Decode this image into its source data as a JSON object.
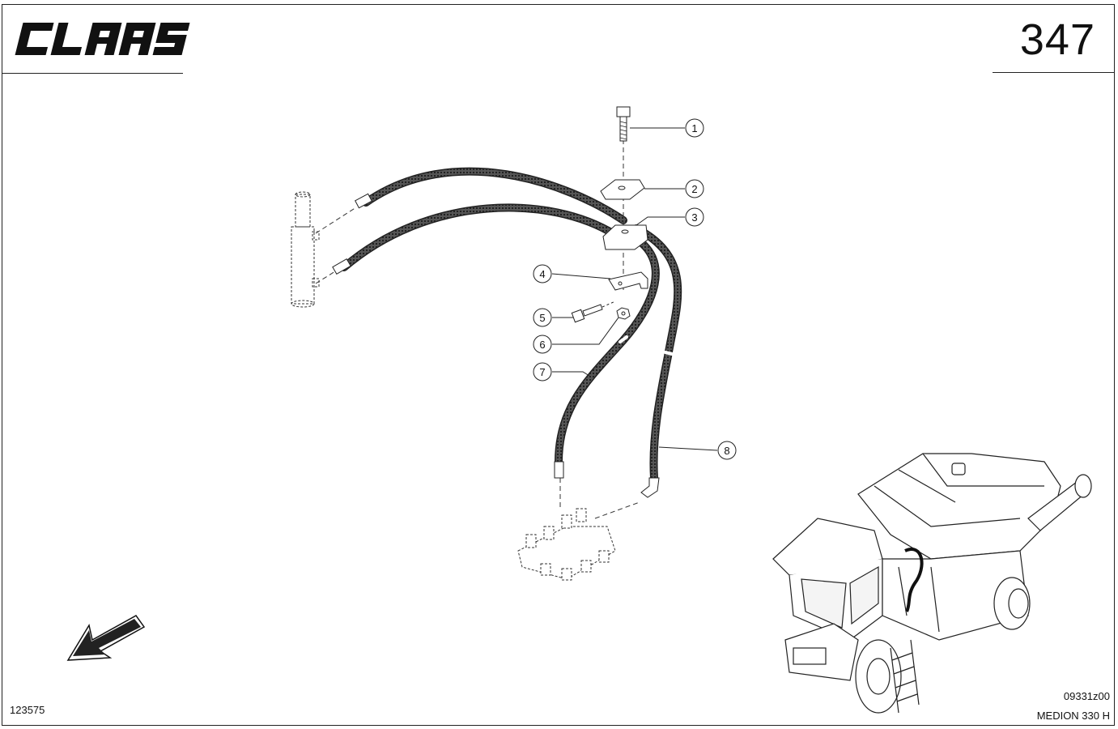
{
  "header": {
    "brand": "CLAAS",
    "page_number": "347"
  },
  "footer": {
    "illustration_id": "123575",
    "drawing_code": "09331z00",
    "model": "MEDION 330 H"
  },
  "callouts": [
    "1",
    "2",
    "3",
    "4",
    "5",
    "6",
    "7",
    "8"
  ],
  "icons": {
    "direction_arrow": "arrow-down-left-icon",
    "machine_overview": "combine-harvester-icon"
  }
}
